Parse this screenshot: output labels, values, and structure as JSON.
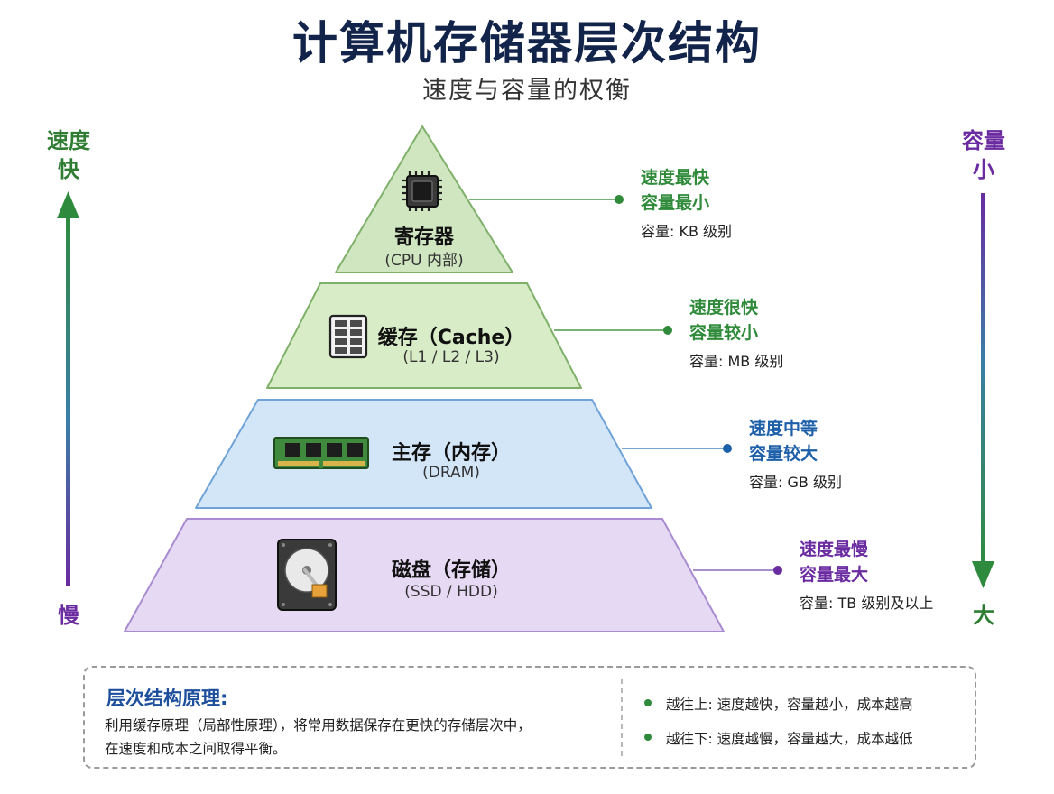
{
  "header": {
    "title": "计算机存储器层次结构",
    "subtitle": "速度与容量的权衡"
  },
  "left_axis": {
    "label_top_1": "速度",
    "label_top_2": "快",
    "label_bottom": "慢",
    "color_top": "#2e8b3d",
    "color_bottom": "#6a2aa0"
  },
  "right_axis": {
    "label_top_1": "容量",
    "label_top_2": "小",
    "label_bottom": "大",
    "color_top": "#6a2aa0",
    "color_bottom": "#2e8b3d"
  },
  "tiers": [
    {
      "title": "寄存器",
      "subtitle": "(CPU 内部)",
      "icon": "cpu-chip-icon",
      "fill": "#cfe6c1",
      "stroke": "#7fb069",
      "speed": "速度最快",
      "capacity": "容量最小",
      "capacity_detail": "容量: KB 级别",
      "accent": "#2f8a3a"
    },
    {
      "title": "缓存（Cache）",
      "subtitle": "(L1 / L2 / L3)",
      "icon": "cache-memory-icon",
      "fill": "#d8ecc8",
      "stroke": "#7fb069",
      "speed": "速度很快",
      "capacity": "容量较小",
      "capacity_detail": "容量: MB 级别",
      "accent": "#2f8a3a"
    },
    {
      "title": "主存（内存）",
      "subtitle": "(DRAM)",
      "icon": "ram-module-icon",
      "fill": "#d3e6f8",
      "stroke": "#6fa3d8",
      "speed": "速度中等",
      "capacity": "容量较大",
      "capacity_detail": "容量: GB 级别",
      "accent": "#1d5fa8"
    },
    {
      "title": "磁盘（存储）",
      "subtitle": "(SSD / HDD)",
      "icon": "hard-disk-icon",
      "fill": "#e6d9f3",
      "stroke": "#a88bd0",
      "speed": "速度最慢",
      "capacity": "容量最大",
      "capacity_detail": "容量: TB 级别及以上",
      "accent": "#6a2aa0"
    }
  ],
  "principle": {
    "title": "层次结构原理:",
    "line1": "利用缓存原理（局部性原理），将常用数据保存在更快的存储层次中，",
    "line2": "在速度和成本之间取得平衡。",
    "bullets": [
      "越往上: 速度越快，容量越小，成本越高",
      "越往下: 速度越慢，容量越大，成本越低"
    ]
  }
}
